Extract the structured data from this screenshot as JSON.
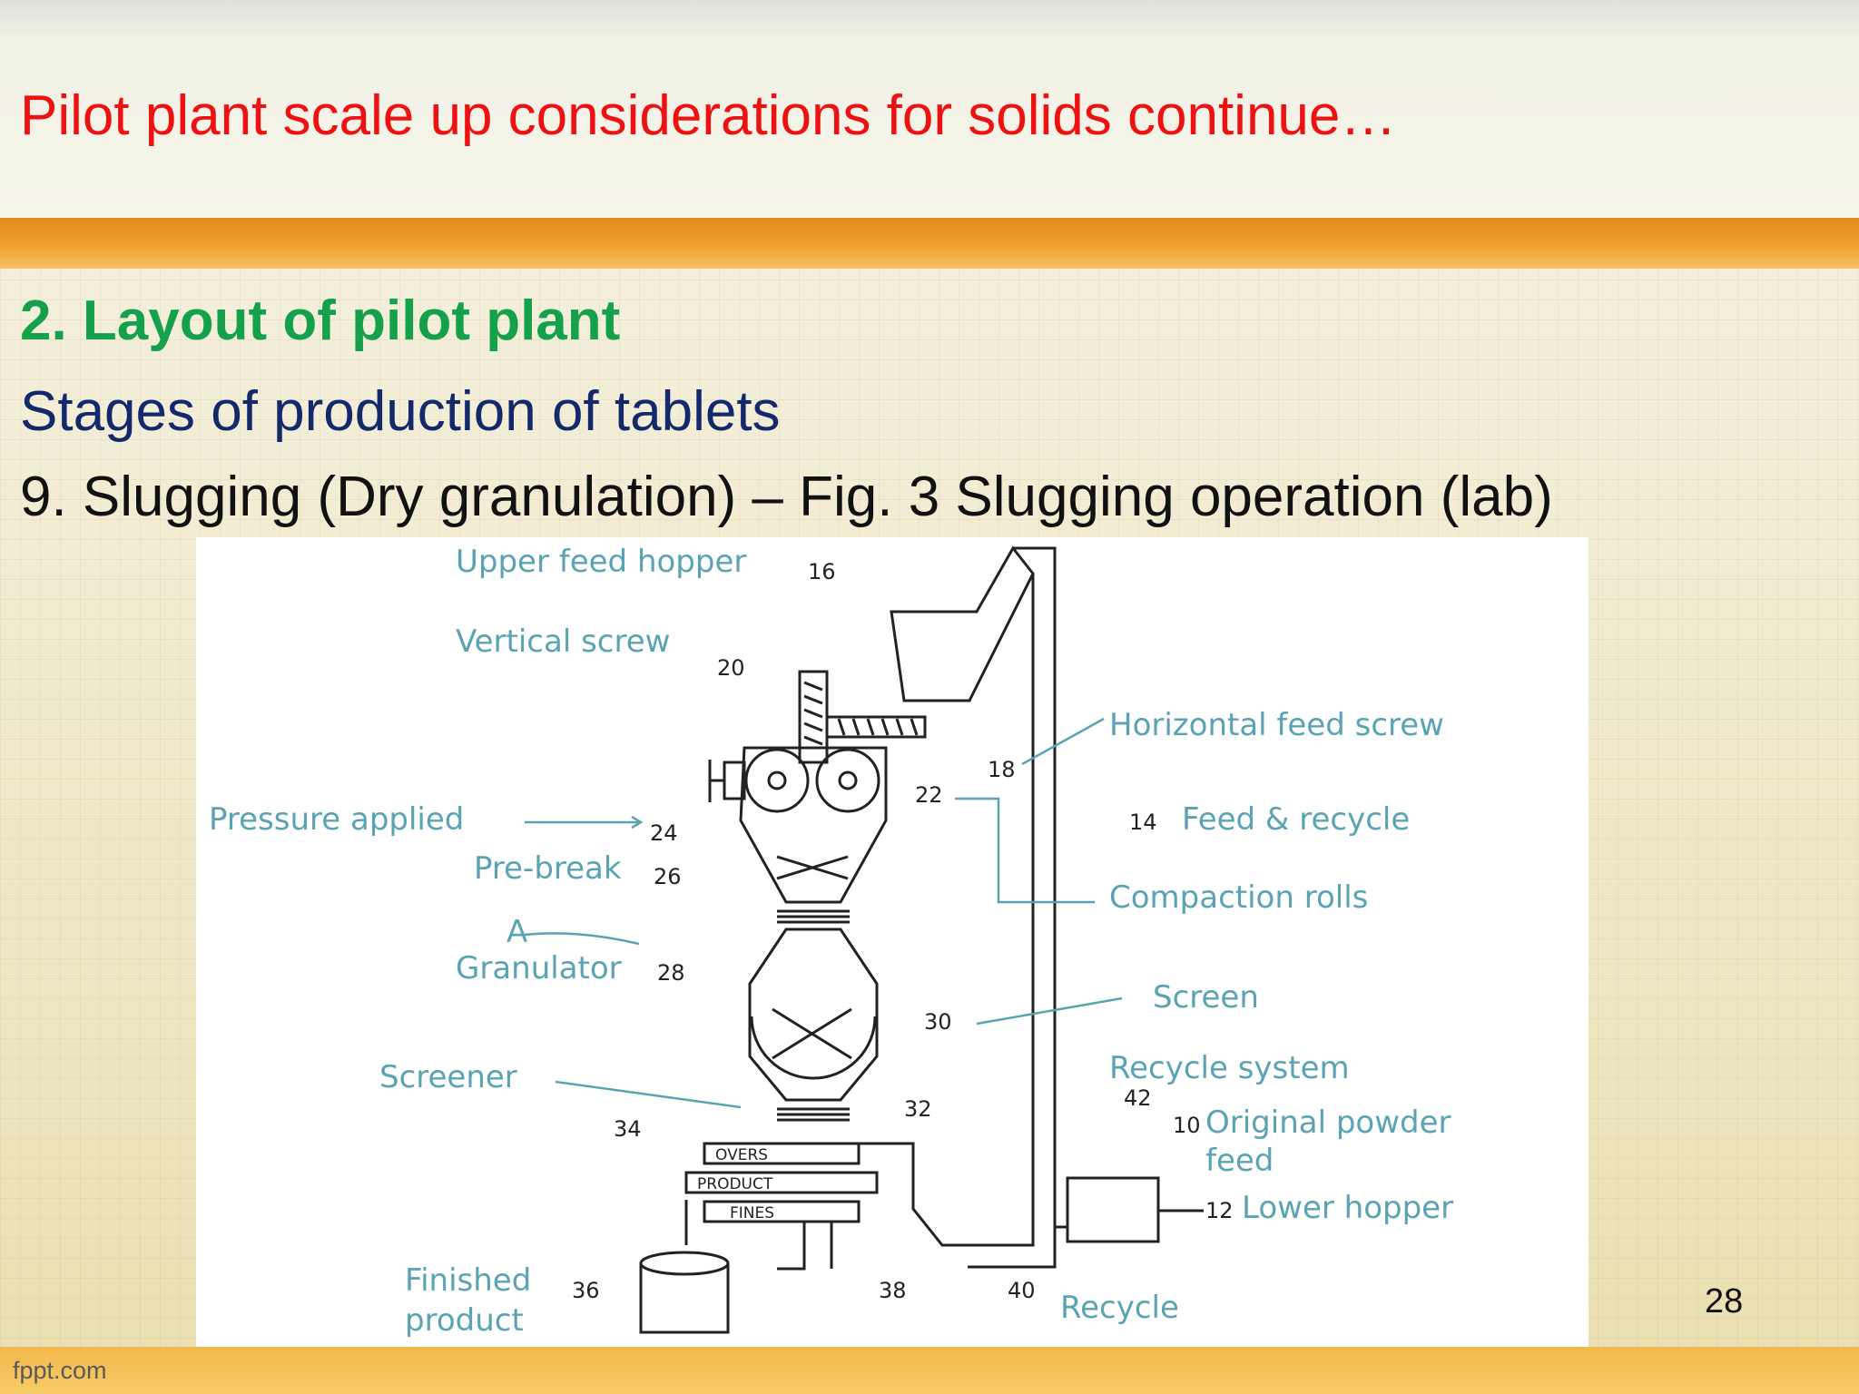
{
  "slide": {
    "title": "Pilot plant scale up considerations for solids continue…",
    "heading": "2. Layout of pilot plant",
    "subheading": "Stages of production of tablets",
    "body": "9. Slugging (Dry granulation) – Fig. 3 Slugging operation (lab)",
    "page_number": "28",
    "footer_brand": "fppt.com"
  },
  "figure": {
    "labels": {
      "upper_feed_hopper": "Upper feed hopper",
      "vertical_screw": "Vertical screw",
      "horizontal_feed_screw": "Horizontal feed screw",
      "pressure_applied": "Pressure applied",
      "feed_recycle": "Feed & recycle",
      "pre_break": "Pre-break",
      "compaction_rolls": "Compaction rolls",
      "granulator": "Granulator",
      "screen": "Screen",
      "screener": "Screener",
      "recycle_system": "Recycle system",
      "original_powder_feed_1": "Original powder",
      "original_powder_feed_2": "feed",
      "lower_hopper": "Lower hopper",
      "finished_product_1": "Finished",
      "finished_product_2": "product",
      "recycle": "Recycle",
      "letter_a": "A"
    },
    "numbers": {
      "n16": "16",
      "n20": "20",
      "n18": "18",
      "n22": "22",
      "n14": "14",
      "n24": "24",
      "n26": "26",
      "n28": "28",
      "n30": "30",
      "n32": "32",
      "n34": "34",
      "n42": "42",
      "n10": "10",
      "n12": "12",
      "n36": "36",
      "n38": "38",
      "n40": "40"
    },
    "small_text": {
      "overs": "OVERS",
      "product": "PRODUCT",
      "fines": "FINES"
    }
  },
  "colors": {
    "title": "#ee1111",
    "heading": "#15a14b",
    "subheading": "#13296b",
    "label": "#5aa3b3",
    "orange_band": "#f0a030"
  }
}
